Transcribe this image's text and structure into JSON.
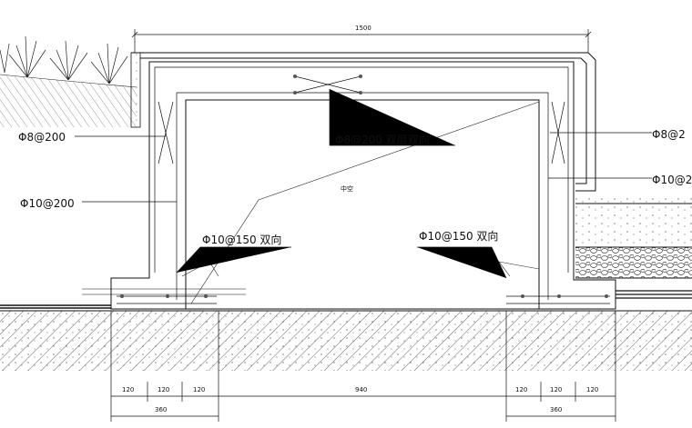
{
  "dimensions": {
    "top_total": "1500",
    "bottom_segments": [
      "120",
      "120",
      "120",
      "940",
      "120",
      "120",
      "120"
    ],
    "bottom_group_left": "360",
    "bottom_group_right": "360"
  },
  "rebar_labels": {
    "left_wall_horizontal": "Φ8@200",
    "left_wall_vertical": "Φ10@200",
    "top_slab": "Φ8@200 双层双向",
    "right_wall_horizontal": "Φ8@2",
    "right_wall_vertical": "Φ10@2",
    "left_footing": "Φ10@150 双向",
    "right_footing": "Φ10@150 双向"
  },
  "center_text": "中空",
  "colors": {
    "line": "#111111",
    "background": "#ffffff"
  }
}
